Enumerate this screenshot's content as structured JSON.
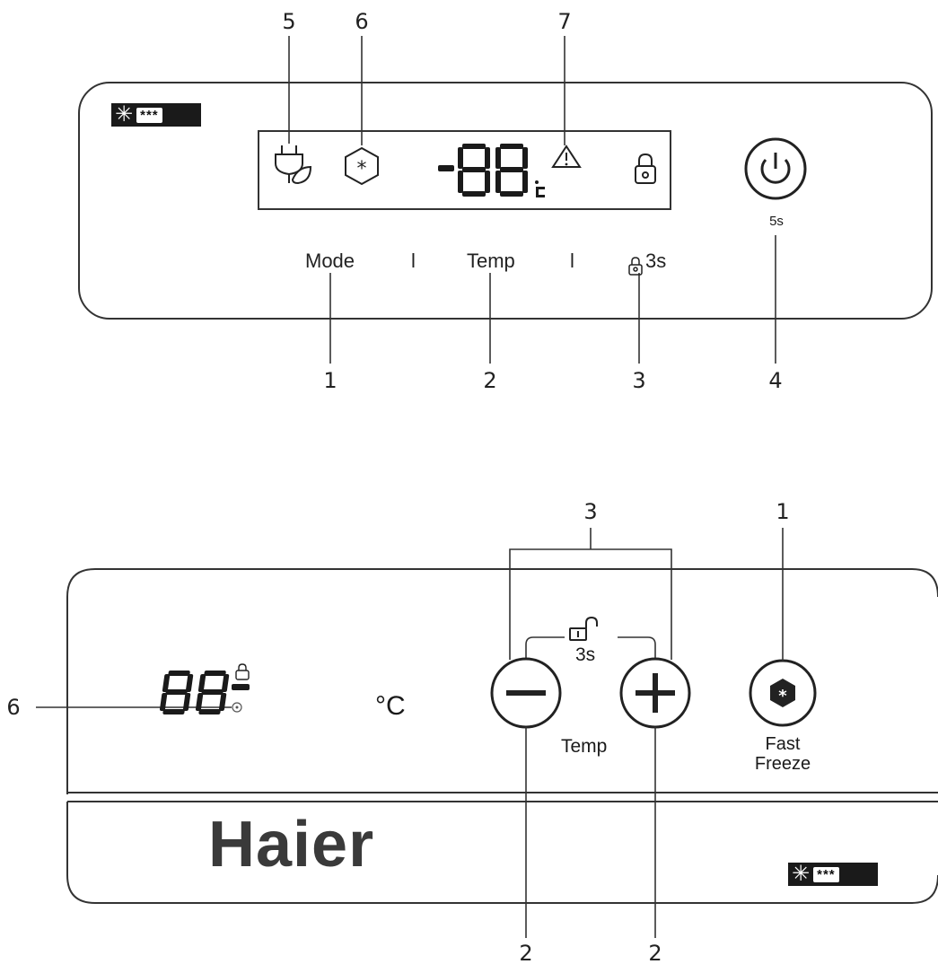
{
  "top_panel": {
    "badge": {
      "snow": "✳",
      "stars": "***"
    },
    "display_value": "-88",
    "display_unit": "c",
    "labels": {
      "mode": "Mode",
      "sep1": "l",
      "temp": "Temp",
      "sep2": "l",
      "lock_time": "3s"
    },
    "power_hold": "5s",
    "callouts_top": [
      "5",
      "6",
      "7"
    ],
    "callouts_bottom": [
      "1",
      "2",
      "3",
      "4"
    ]
  },
  "bottom_panel": {
    "display_value": "88",
    "unit": "°C",
    "unlock_time": "3s",
    "temp_label": "Temp",
    "fast_freeze": [
      "Fast",
      "Freeze"
    ],
    "brand": "Haier",
    "badge": {
      "snow": "✳",
      "stars": "***"
    },
    "callouts": {
      "bracket": "3",
      "fast_freeze": "1",
      "indicator": "6",
      "minus": "2",
      "plus": "2"
    }
  },
  "colors": {
    "ink": "#1a1a1a",
    "brand": "#3a3a3a",
    "background": "#ffffff"
  }
}
